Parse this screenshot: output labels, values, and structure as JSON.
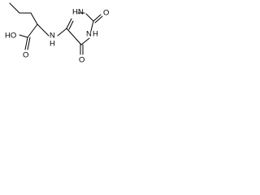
{
  "molecule": {
    "atoms": {
      "o_hydroxyl": "HO",
      "o_carbonyl": "O",
      "n_amine": "N",
      "h_amine": "H",
      "n_ring_nh": "N",
      "h_ring_nh": "H",
      "h_ring_n4": "H",
      "n_ring_n4": "N",
      "o_ring_upper": "O",
      "o_ring_lower": "O"
    }
  }
}
